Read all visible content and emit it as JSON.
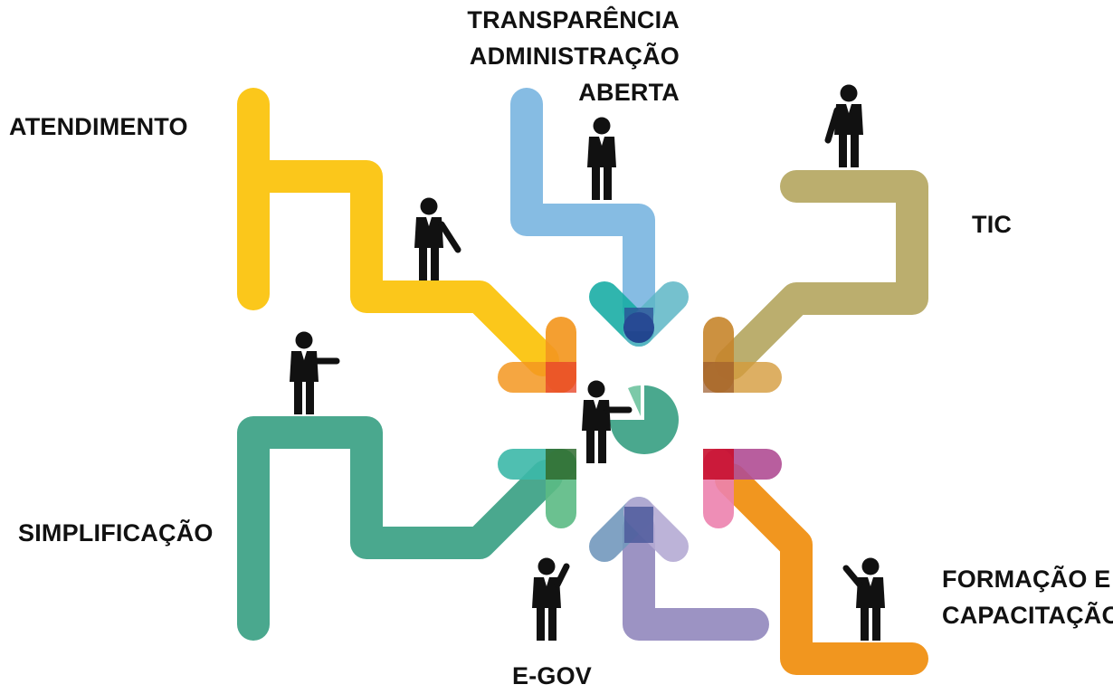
{
  "labels": {
    "atendimento": "ATENDIMENTO",
    "transparencia": [
      "TRANSPARÊNCIA",
      "ADMINISTRAÇÃO",
      "ABERTA"
    ],
    "tic": "TIC",
    "simplificacao": "SIMPLIFICAÇÃO",
    "egov": "E-GOV",
    "formacao": [
      "FORMAÇÃO E",
      "CAPACITAÇÃO"
    ]
  },
  "colors": {
    "atendimento": "#FBC71B",
    "atendimento_arrow": "#F39720",
    "transparencia": "#86BCE3",
    "transparencia_arrow": "#1AADA6",
    "tic": "#BBAE6E",
    "tic_arrow": "#C7852B",
    "simplificacao": "#4AA88E",
    "simplificacao_arrow": "#3CB8A8",
    "egov": "#9C93C3",
    "egov_arrow": "#4E5A9C",
    "formacao": "#F1961F",
    "formacao_arrow": "#C8102E",
    "pie": "#4AA88E",
    "figure": "#111111"
  },
  "icons": [
    "person-figure-icon",
    "pie-chart-icon"
  ]
}
